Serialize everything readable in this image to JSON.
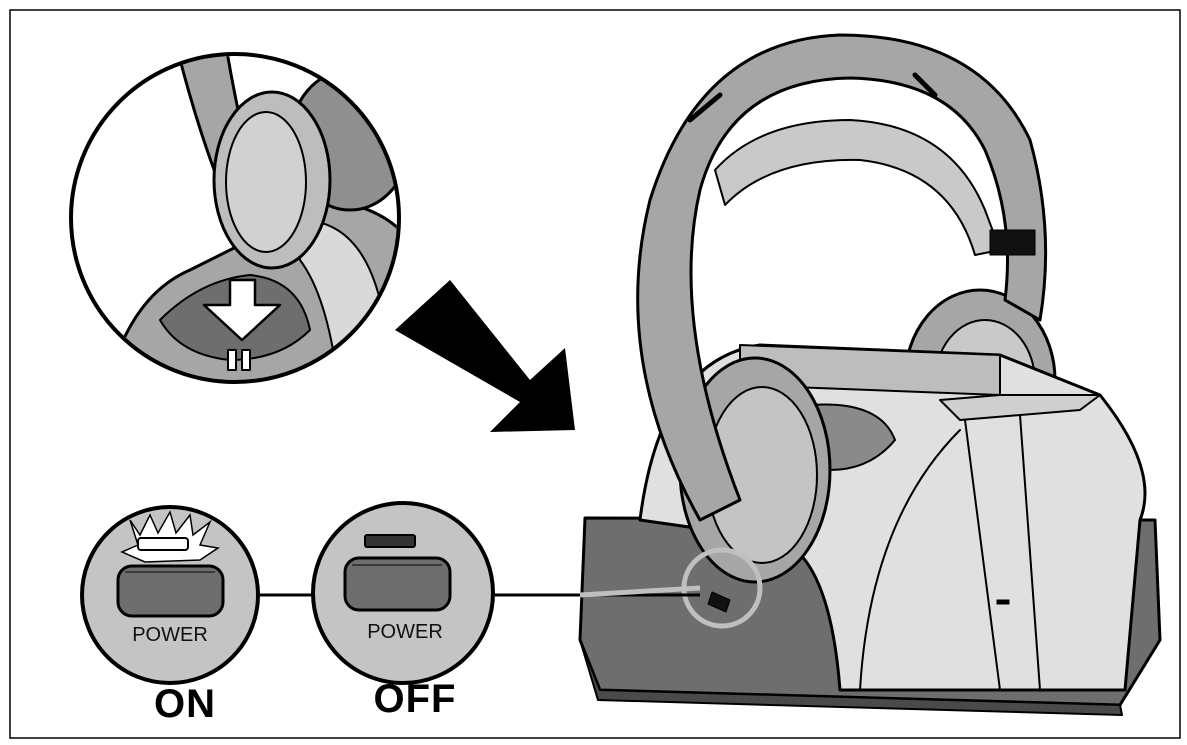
{
  "labels": {
    "on_button_caption": "POWER",
    "off_button_caption": "POWER",
    "on_state": "ON",
    "off_state": "OFF"
  },
  "colors": {
    "ink": "#000000",
    "light_gray": "#d9d9d9",
    "mid_gray": "#a6a6a6",
    "dark_gray": "#6e6e6e",
    "paper": "#ffffff"
  }
}
